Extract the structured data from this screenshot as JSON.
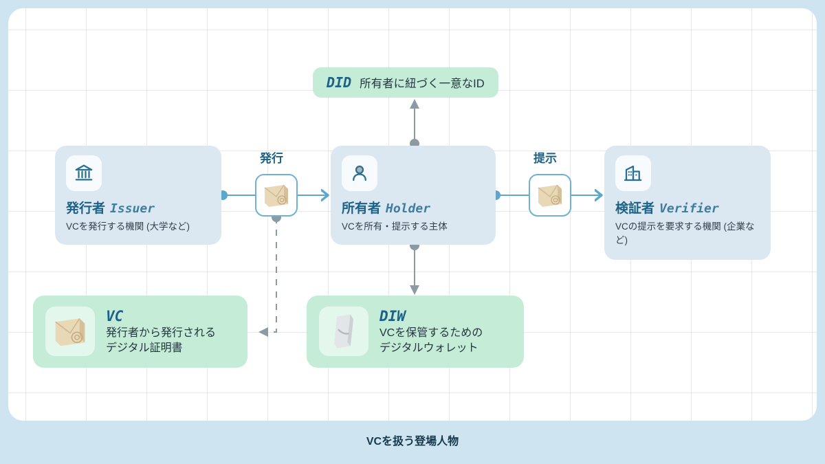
{
  "caption": "VCを扱う登場人物",
  "colors": {
    "page_bg": "#cfe4f1",
    "canvas_bg": "#ffffff",
    "card_blue": "#dbe8f1",
    "card_green": "#c5ecd6",
    "accent_blue": "#5ba7ce",
    "title_blue": "#1d6286",
    "connector_gray": "#8c9aa3"
  },
  "did": {
    "key": "DID",
    "value": "所有者に紐づく一意なID"
  },
  "roles": [
    {
      "icon": "bank-icon",
      "title_ja": "発行者",
      "title_en": "Issuer",
      "desc": "VCを発行する機関 (大学など)"
    },
    {
      "icon": "person-icon",
      "title_ja": "所有者",
      "title_en": "Holder",
      "desc": "VCを所有・提示する主体"
    },
    {
      "icon": "office-building-icon",
      "title_ja": "検証者",
      "title_en": "Verifier",
      "desc": "VCの提示を要求する機関 (企業など)"
    }
  ],
  "flows": [
    {
      "label": "発行",
      "icon": "certificate-icon"
    },
    {
      "label": "提示",
      "icon": "certificate-icon"
    }
  ],
  "artifacts": [
    {
      "icon": "certificate-icon",
      "title": "VC",
      "desc_line1": "発行者から発行される",
      "desc_line2": "デジタル証明書"
    },
    {
      "icon": "wallet-icon",
      "title": "DIW",
      "desc_line1": "VCを保管するための",
      "desc_line2": "デジタルウォレット"
    }
  ]
}
